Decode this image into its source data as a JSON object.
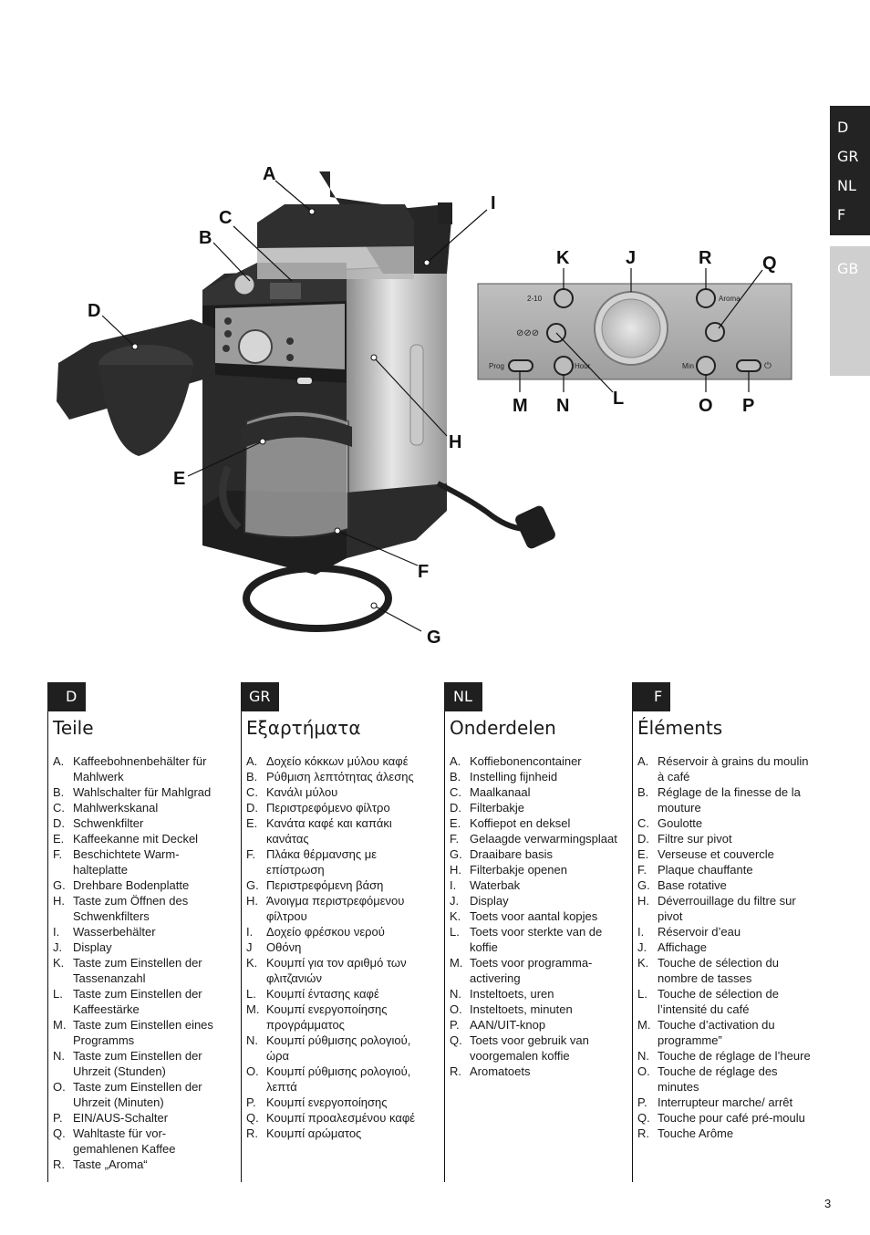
{
  "lang_tabs": [
    "D",
    "GR",
    "NL",
    "F"
  ],
  "lang_inactive": "GB",
  "callouts": {
    "A": "A",
    "B": "B",
    "C": "C",
    "D": "D",
    "E": "E",
    "F": "F",
    "G": "G",
    "H": "H",
    "I": "I",
    "J": "J",
    "K": "K",
    "L": "L",
    "M": "M",
    "N": "N",
    "O": "O",
    "P": "P",
    "Q": "Q",
    "R": "R"
  },
  "panel_labels": {
    "cups": "2-10",
    "aroma": "Aroma",
    "prog": "Prog",
    "hour": "Hour",
    "min": "Min"
  },
  "columns": [
    {
      "lang": "D",
      "title": "Teile",
      "items": [
        [
          "A.",
          "Kaffeebohnenbehälter für Mahlwerk"
        ],
        [
          "B.",
          "Wahlschalter für Mahlgrad"
        ],
        [
          "C.",
          "Mahlwerkskanal"
        ],
        [
          "D.",
          "Schwenkfilter"
        ],
        [
          "E.",
          "Kaffeekanne mit Deckel"
        ],
        [
          "F.",
          "Beschichtete Warm-halteplatte"
        ],
        [
          "G.",
          "Drehbare Bodenplatte"
        ],
        [
          "H.",
          "Taste zum Öffnen des Schwenkfilters"
        ],
        [
          "I.",
          "Wasserbehälter"
        ],
        [
          "J.",
          "Display"
        ],
        [
          "K.",
          "Taste zum Einstellen der Tassenanzahl"
        ],
        [
          "L.",
          "Taste zum Einstellen der Kaffeestärke"
        ],
        [
          "M.",
          "Taste zum Einstellen eines Programms"
        ],
        [
          "N.",
          "Taste zum Einstellen der Uhrzeit (Stunden)"
        ],
        [
          "O.",
          "Taste zum Einstellen der Uhrzeit (Minuten)"
        ],
        [
          "P.",
          "EIN/AUS-Schalter"
        ],
        [
          "Q.",
          "Wahltaste für vor-gemahlenen Kaffee"
        ],
        [
          "R.",
          "Taste „Aroma“"
        ]
      ]
    },
    {
      "lang": "GR",
      "title": "Εξαρτήματα",
      "items": [
        [
          "A.",
          "Δοχείο κόκκων μύλου καφέ"
        ],
        [
          "B.",
          "Ρύθμιση λεπτότητας άλεσης"
        ],
        [
          "C.",
          "Κανάλι μύλου"
        ],
        [
          "D.",
          "Περιστρεφόμενο φίλτρο"
        ],
        [
          "E.",
          "Κανάτα καφέ και καπάκι κανάτας"
        ],
        [
          "F.",
          "Πλάκα θέρμανσης με επίστρωση"
        ],
        [
          "G.",
          "Περιστρεφόμενη βάση"
        ],
        [
          "H.",
          "Άνοιγμα περιστρεφόμενου φίλτρου"
        ],
        [
          "I.",
          "Δοχείο φρέσκου νερού"
        ],
        [
          "J",
          "Οθόνη"
        ],
        [
          "K.",
          "Κουμπί για τον αριθμό των φλιτζανιών"
        ],
        [
          "L.",
          "Κουμπί έντασης καφέ"
        ],
        [
          "M.",
          "Κουμπί ενεργοποίησης προγράμματος"
        ],
        [
          "N.",
          "Κουμπί ρύθμισης ρολογιού, ώρα"
        ],
        [
          "O.",
          "Κουμπί ρύθμισης ρολογιού, λεπτά"
        ],
        [
          "P.",
          "Κουμπί ενεργοποίησης"
        ],
        [
          "Q.",
          "Κουμπί προαλεσμένου καφέ"
        ],
        [
          "R.",
          "Κουμπί αρώματος"
        ]
      ]
    },
    {
      "lang": "NL",
      "title": "Onderdelen",
      "items": [
        [
          "A.",
          "Koffiebonencontainer"
        ],
        [
          "B.",
          "Instelling fijnheid"
        ],
        [
          "C.",
          "Maalkanaal"
        ],
        [
          "D.",
          "Filterbakje"
        ],
        [
          "E.",
          "Koffiepot en deksel"
        ],
        [
          "F.",
          "Gelaagde verwarmingsplaat"
        ],
        [
          "G.",
          "Draaibare basis"
        ],
        [
          "H.",
          "Filterbakje openen"
        ],
        [
          "I.",
          "Waterbak"
        ],
        [
          "J.",
          "Display"
        ],
        [
          "K.",
          "Toets voor aantal kopjes"
        ],
        [
          "L.",
          "Toets voor sterkte van de koffie"
        ],
        [
          "M.",
          "Toets voor programma-activering"
        ],
        [
          "N.",
          "Insteltoets, uren"
        ],
        [
          "O.",
          "Insteltoets, minuten"
        ],
        [
          "P.",
          "AAN/UIT-knop"
        ],
        [
          "Q.",
          "Toets voor gebruik van voorgemalen koffie"
        ],
        [
          "R.",
          "Aromatoets"
        ]
      ]
    },
    {
      "lang": "F",
      "title": "Éléments",
      "items": [
        [
          "A.",
          "Réservoir à grains du moulin à café"
        ],
        [
          "B.",
          "Réglage de la finesse de la mouture"
        ],
        [
          "C.",
          "Goulotte"
        ],
        [
          "D.",
          "Filtre sur pivot"
        ],
        [
          "E.",
          "Verseuse et couvercle"
        ],
        [
          "F.",
          "Plaque chauffante"
        ],
        [
          "G.",
          "Base rotative"
        ],
        [
          "H.",
          "Déverrouillage du filtre sur pivot"
        ],
        [
          "I.",
          "Réservoir d’eau"
        ],
        [
          "J.",
          "Affichage"
        ],
        [
          "K.",
          "Touche de sélection du nombre de tasses"
        ],
        [
          "L.",
          "Touche de sélection de l’intensité du café"
        ],
        [
          "M.",
          "Touche d’activation du programme”"
        ],
        [
          "N.",
          "Touche de réglage de l’heure"
        ],
        [
          "O.",
          "Touche de réglage des minutes"
        ],
        [
          "P.",
          "Interrupteur marche/ arrêt"
        ],
        [
          "Q.",
          "Touche pour café pré-moulu"
        ],
        [
          "R.",
          "Touche Arôme"
        ]
      ]
    }
  ],
  "page_number": "3"
}
